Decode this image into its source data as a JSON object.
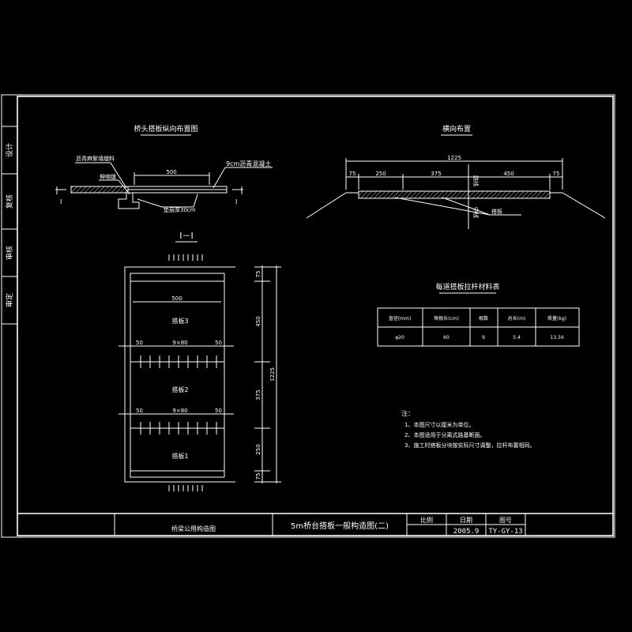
{
  "side_tabs": [
    "设计",
    "复核",
    "审核",
    "审定"
  ],
  "titles": {
    "longitudinal": "桥头搭板纵向布置图",
    "transverse": "横向布置",
    "section": "I－I",
    "table": "每道搭板拉杆材料表"
  },
  "longitudinal": {
    "asphalt_label": "沥青麻絮填缝料",
    "joint_label": "伸缩缝",
    "length": "500",
    "concrete_label": "9cm沥青混凝土",
    "base_label": "垫层厚30cm",
    "mark_left": "I",
    "mark_right": "I"
  },
  "transverse": {
    "total": "1225",
    "segments": [
      "75",
      "250",
      "375",
      "450",
      "75"
    ],
    "lane_marker": "路线",
    "center_marker": "中线",
    "approach_label": "搭板"
  },
  "plan": {
    "width": "500",
    "slab_labels": [
      "搭板3",
      "搭板2",
      "搭板1"
    ],
    "edge_left": "50",
    "edge_right": "50",
    "spacing": "9×80",
    "dims_right": [
      "75",
      "450",
      "375",
      "250",
      "75"
    ],
    "total_right": "1225"
  },
  "table": {
    "headers": [
      "直径(mm)",
      "每根长(cm)",
      "根数",
      "总长(m)",
      "质量(kg)"
    ],
    "rows": [
      [
        "φ20",
        "60",
        "9",
        "5.4",
        "13.34"
      ]
    ]
  },
  "notes": {
    "heading": "注：",
    "items": [
      "1、本图尺寸以厘米为单位。",
      "2、本图适用于分离式路基断面。",
      "3、施工时搭板分块按实际尺寸调整，拉杆布置相同。"
    ]
  },
  "title_block": {
    "project": "桥梁公用构造图",
    "drawing_title": "5m桥台搭板一般构造图(二)",
    "scale_label": "比例",
    "date_label": "日期",
    "drawing_no_label": "图号",
    "date": "2005.9",
    "drawing_no": "TY-GY-13"
  }
}
